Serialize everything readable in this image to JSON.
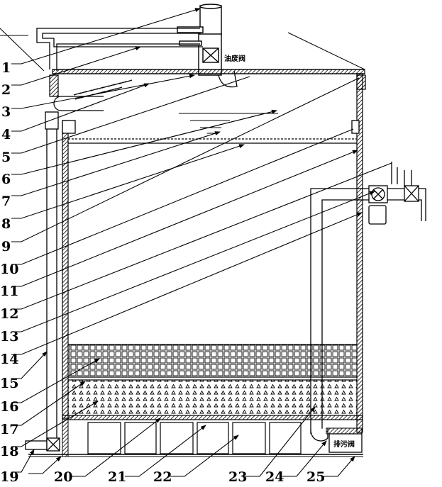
{
  "labels": {
    "n1": "1",
    "n2": "2",
    "n3": "3",
    "n4": "4",
    "n5": "5",
    "n6": "6",
    "n7": "7",
    "n8": "8",
    "n9": "9",
    "n10": "10",
    "n11": "11",
    "n12": "12",
    "n13": "13",
    "n14": "14",
    "n15": "15",
    "n16": "16",
    "n17": "17",
    "n18": "18",
    "n19": "19",
    "n20": "20",
    "n21": "21",
    "n22": "22",
    "n23": "23",
    "n24": "24",
    "n25": "25"
  },
  "tags": {
    "oil_valve": "油废阀",
    "drain_valve": "排污阀"
  },
  "colors": {
    "line": "#000000",
    "background": "#ffffff"
  }
}
